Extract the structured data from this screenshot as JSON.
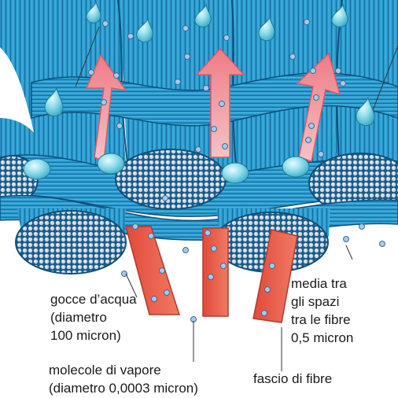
{
  "labels": {
    "water_drops": "gocce d’acqua\n(diametro\n100 micron)",
    "vapor_molecules": "molecole di vapore\n(diametro 0,0003 micron)",
    "fiber_spacing": "media tra\ngli spazi\ntra le fibre\n0,5 micron",
    "fiber_bundle": "fascio di fibre"
  },
  "colors": {
    "fiber_blue": "#2f9fd0",
    "fiber_dark": "#0f5f8f",
    "arrow_pink": "#f7a3a8",
    "arrow_red": "#ea5a48",
    "drop": "#8fdcea",
    "molecule": "#a9c9e8"
  }
}
